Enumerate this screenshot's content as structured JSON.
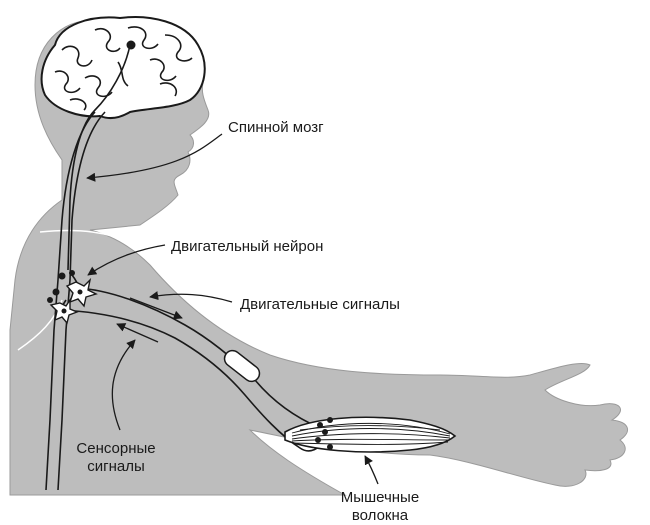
{
  "labels": {
    "spinal_cord": "Спинной мозг",
    "motor_neuron": "Двигательный нейрон",
    "motor_signals": "Двигательные сигналы",
    "sensory_signals_line1": "Сенсорные",
    "sensory_signals_line2": "сигналы",
    "muscle_fibers_line1": "Мышечные",
    "muscle_fibers_line2": "волокна"
  },
  "colors": {
    "body_fill": "#bdbdbd",
    "line": "#1a1a1a",
    "brain_fill": "#ffffff",
    "background": "#ffffff"
  }
}
